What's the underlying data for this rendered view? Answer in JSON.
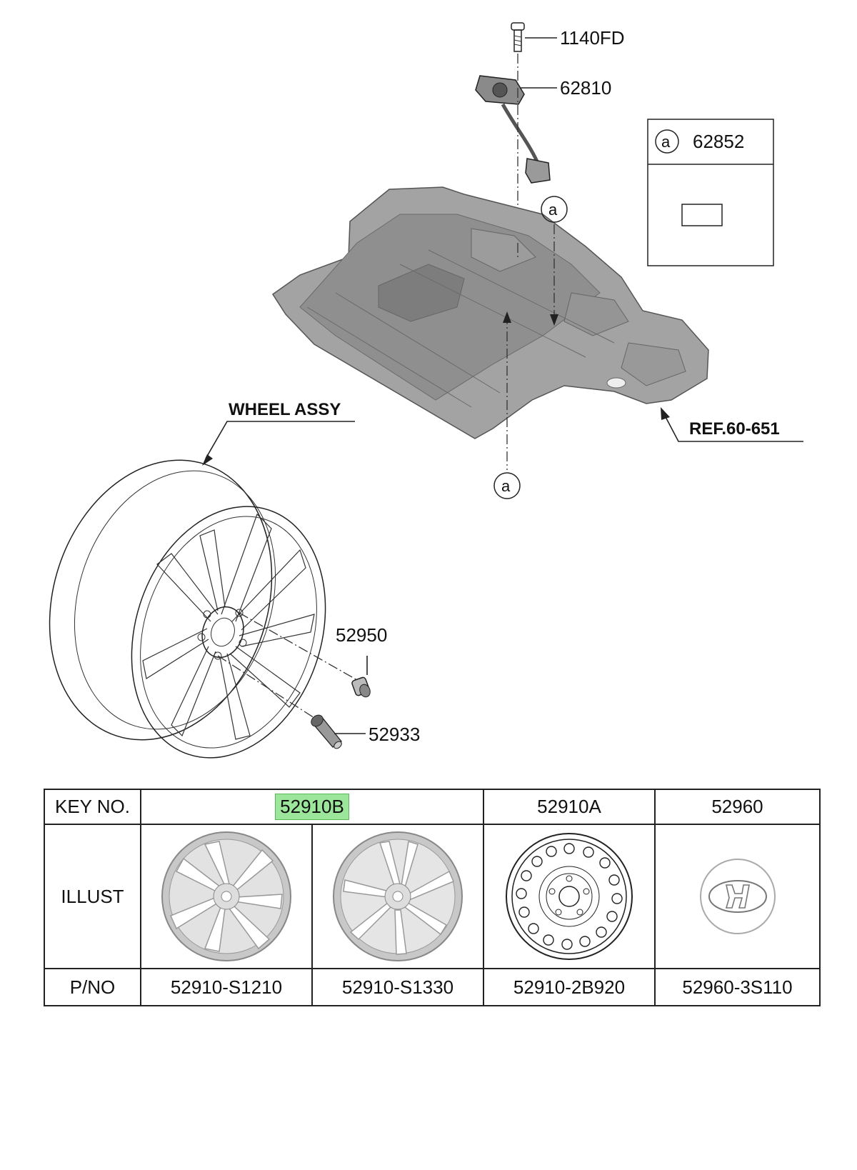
{
  "callouts": {
    "bolt": "1140FD",
    "carrier": "62810",
    "ref_label": "62852",
    "ref_label_tag": "a",
    "marker_top": "a",
    "marker_bottom": "a",
    "wheel_assy": "WHEEL ASSY",
    "ref": "REF.60-651",
    "nut": "52950",
    "valve": "52933"
  },
  "table": {
    "headers": {
      "key_no": "KEY NO.",
      "illust": "ILLUST",
      "p_no": "P/NO"
    },
    "key_nos": [
      "52910B",
      "52910A",
      "52960"
    ],
    "parts": [
      {
        "key": "52910B",
        "p_no": "52910-S1210",
        "illust": "alloy-wheel-icon"
      },
      {
        "key": "52910B",
        "p_no": "52910-S1330",
        "illust": "alloy-wheel-twin-spoke-icon"
      },
      {
        "key": "52910A",
        "p_no": "52910-2B920",
        "illust": "steel-wheel-icon"
      },
      {
        "key": "52960",
        "p_no": "52960-3S110",
        "illust": "hub-cap-logo-icon"
      }
    ]
  },
  "colors": {
    "highlight": "#9be69b",
    "floor_panel": "#9a9a9a"
  }
}
